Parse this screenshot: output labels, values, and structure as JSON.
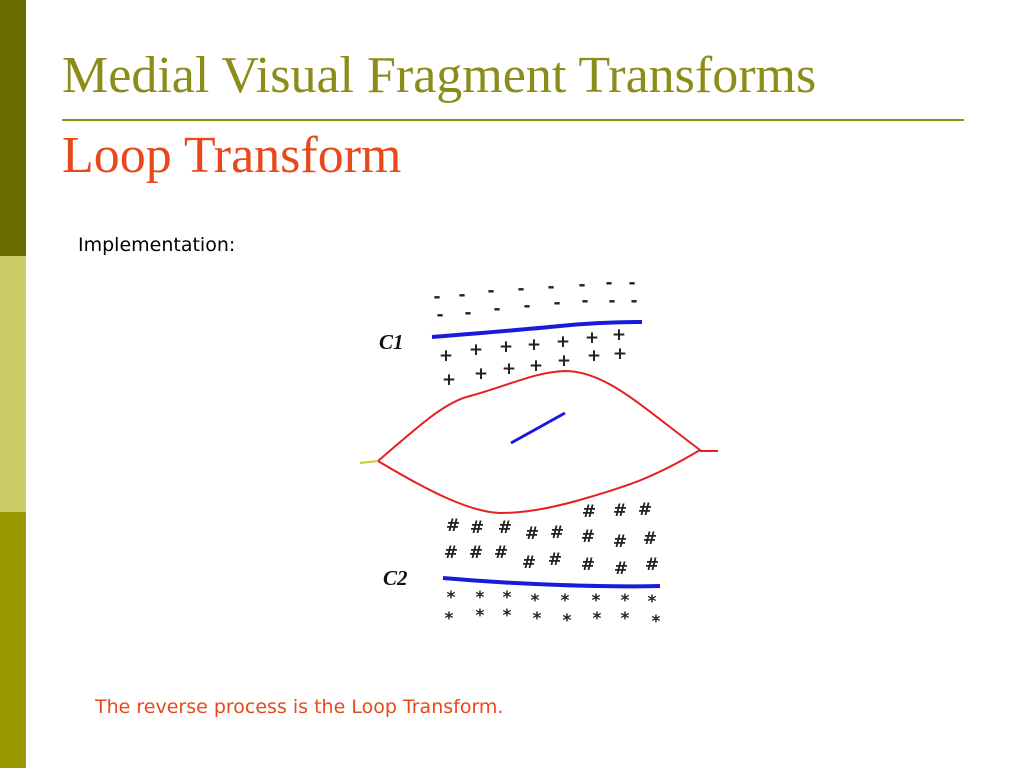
{
  "slide": {
    "title": "Medial Visual Fragment Transforms",
    "subtitle": "Loop Transform",
    "implementation_label": "Implementation:",
    "footer_note": "The reverse process is the Loop Transform."
  },
  "figure": {
    "curve_labels": [
      "C1",
      "C2"
    ],
    "symbols": {
      "minus": "-",
      "plus": "+",
      "hash": "#",
      "star": "*"
    }
  },
  "colors": {
    "sidebar": [
      "#6b6b00",
      "#cccc66",
      "#999900"
    ],
    "title": "#8c8c1a",
    "accent": "#e8481a",
    "curve_blue": "#1a1adb",
    "loop_red": "#e62020"
  }
}
